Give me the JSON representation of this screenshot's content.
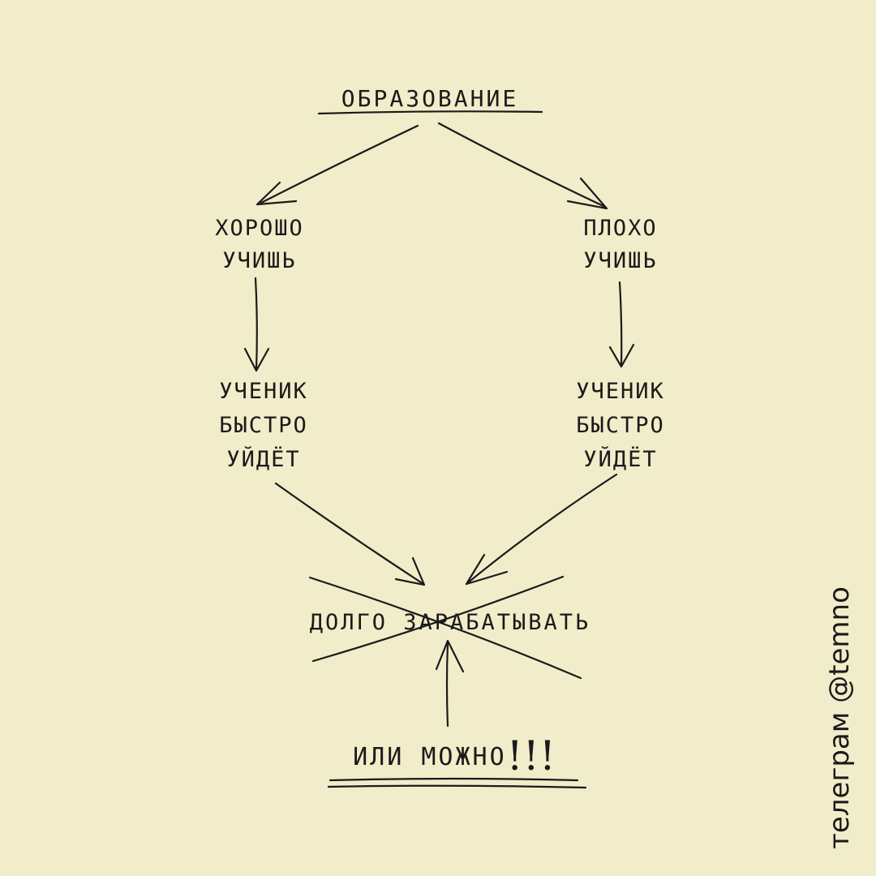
{
  "title": "ОБРАЗОВАНИЕ",
  "branches": {
    "left": {
      "line1": "ХОРОШО",
      "line2": "УЧИШЬ"
    },
    "right": {
      "line1": "ПЛОХО",
      "line2": "УЧИШЬ"
    }
  },
  "outcome": {
    "left": {
      "line1": "УЧЕНИК",
      "line2": "БЫСТРО",
      "line3": "УЙДЁТ"
    },
    "right": {
      "line1": "УЧЕНИК",
      "line2": "БЫСТРО",
      "line3": "УЙДЁТ"
    }
  },
  "crossed_out": "ДОЛГО ЗАРАБАТЫВАТЬ",
  "alternative": {
    "text": "ИЛИ МОЖНО",
    "emphasis": "!!!"
  },
  "handle": "телеграм @temno",
  "colors": {
    "background": "#f1ecca",
    "ink": "#1a1a1a"
  }
}
